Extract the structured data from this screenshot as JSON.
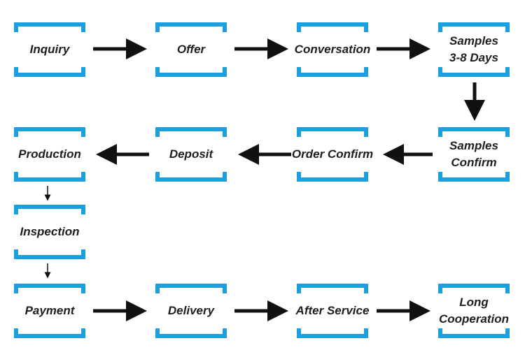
{
  "steps": [
    {
      "label": "Inquiry"
    },
    {
      "label": "Offer"
    },
    {
      "label": "Conversation"
    },
    {
      "label": "Samples\n3-8 Days"
    },
    {
      "label": "Samples\nConfirm"
    },
    {
      "label": "Order Confirm"
    },
    {
      "label": "Deposit"
    },
    {
      "label": "Production"
    },
    {
      "label": "Inspection"
    },
    {
      "label": "Payment"
    },
    {
      "label": "Delivery"
    },
    {
      "label": "After Service"
    },
    {
      "label": "Long\nCooperation"
    }
  ],
  "colors": {
    "accent": "#1a9fe0",
    "arrow": "#111111",
    "text": "#1e1e1e"
  }
}
